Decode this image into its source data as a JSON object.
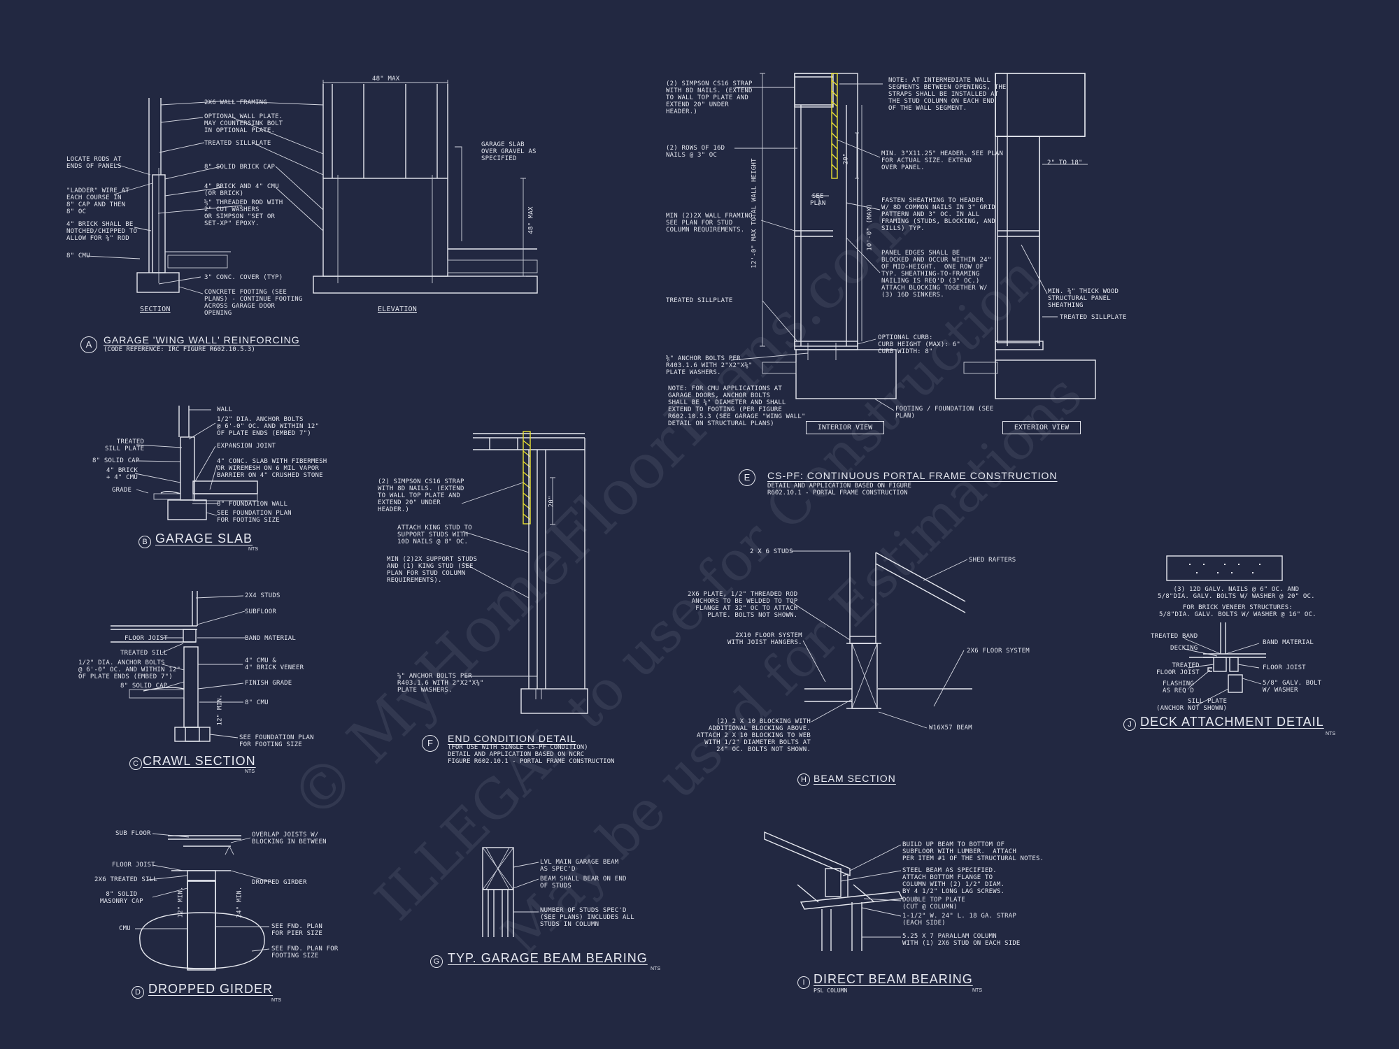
{
  "watermark": {
    "line1": "© MyHomeFloorPlans.com",
    "line2": "ILLEGAL to use for Construction",
    "line3": "May be used for Estimations"
  },
  "detail_a": {
    "letter": "A",
    "title": "GARAGE 'WING WALL' REINFORCING",
    "subtitle": "(CODE REFERENCE: IRC FIGURE R602.10.5.3)",
    "section_label": "SECTION",
    "elevation_label": "ELEVATION",
    "dim_width": "48\" MAX",
    "dim_height": "48\" MAX",
    "notes": {
      "wall_framing": "2x6 WALL FRAMING",
      "optional_plate": "OPTIONAL WALL PLATE.\nMAY COUNTERSINK BOLT\nIN OPTIONAL PLATE.",
      "treated_sillplate": "TREATED SILLPLATE",
      "solid_brick_cap": "8\" SOLID BRICK CAP",
      "brick_cmu": "4\" BRICK AND 4\" CMU\n(OR BRICK)",
      "threaded_rod": "⅝\" THREADED ROD WITH\n2\" CUT WASHERS\nOR SIMPSON \"SET OR\nSET-XP\" EPOXY.",
      "rods_ends": "LOCATE RODS AT\nENDS OF PANELS",
      "ladder_wire": "\"LADDER\" WIRE AT\nEACH COURSE IN\n8\" CAP AND THEN\n8\" OC",
      "brick_notched": "4\" BRICK SHALL BE\nNOTCHED/CHIPPED TO\nALLOW FOR ⅝\" ROD",
      "cmu": "8\" CMU",
      "conc_cover": "3\" CONC. COVER (TYP)",
      "footing": "CONCRETE FOOTING (SEE\nPLANS) - CONTINUE FOOTING\nACROSS GARAGE DOOR\nOPENING",
      "garage_slab": "GARAGE SLAB\nOVER GRAVEL AS\nSPECIFIED"
    }
  },
  "detail_b": {
    "letter": "B",
    "title": "GARAGE SLAB",
    "nts": "NTS",
    "notes": {
      "wall": "WALL",
      "anchor_bolts": "1/2\" DIA. ANCHOR BOLTS\n@ 6'-0\" OC. AND WITHIN 12\"\nOF PLATE ENDS (EMBED 7\")",
      "treated_sill": "TREATED\nSILL PLATE",
      "expansion_joint": "EXPANSION JOINT",
      "solid_cap": "8\" SOLID CAP",
      "conc_slab": "4\" CONC. SLAB WITH FIBERMESH\nOR WIREMESH ON 6 MIL VAPOR\nBARRIER ON 4\" CRUSHED STONE",
      "brick_cmu": "4\" BRICK\n+ 4\" CMU",
      "grade": "GRADE",
      "foundation_wall": "8\" FOUNDATION WALL",
      "foundation_plan": "SEE FOUNDATION PLAN\nFOR FOOTING SIZE"
    }
  },
  "detail_c": {
    "letter": "C",
    "title": "CRAWL SECTION",
    "nts": "NTS",
    "notes": {
      "studs": "2x4 STUDS",
      "subfloor": "SUBFLOOR",
      "floor_joist": "FLOOR JOIST",
      "band": "BAND MATERIAL",
      "treated_sill": "TREATED SILL",
      "anchor": "1/2\" DIA. ANCHOR BOLTS\n@ 6'-0\" OC. AND WITHIN 12\"\nOF PLATE ENDS (EMBED 7\")",
      "cmu_brick": "4\" CMU &\n4\" BRICK VENEER",
      "solid_cap": "8\" SOLID CAP",
      "finish_grade": "FINISH GRADE",
      "cmu8": "8\" CMU",
      "min": "12\" MIN.",
      "foundation_plan": "SEE FOUNDATION PLAN\nFOR FOOTING SIZE"
    }
  },
  "detail_d": {
    "letter": "D",
    "title": "DROPPED GIRDER",
    "nts": "NTS",
    "notes": {
      "sub_floor": "SUB FLOOR",
      "overlap": "OVERLAP JOISTS W/\nBLOCKING IN BETWEEN",
      "floor_joist": "FLOOR JOIST",
      "treated_sill": "2x6 TREATED SILL",
      "dropped_girder": "DROPPED GIRDER",
      "masonry_cap": "8\" SOLID\nMASONRY CAP",
      "cmu": "CMU",
      "min12": "12\" MIN.",
      "min24": "24\" MIN.",
      "pier_size": "SEE FND. PLAN\nFOR PIER SIZE",
      "footing_size": "SEE FND. PLAN FOR\nFOOTING SIZE"
    }
  },
  "detail_e": {
    "letter": "E",
    "title": "CS-PF: CONTINUOUS PORTAL FRAME CONSTRUCTION",
    "subtitle": "DETAIL AND APPLICATION BASED ON FIGURE\nR602.10.1 - PORTAL FRAME CONSTRUCTION",
    "interior_view": "INTERIOR VIEW",
    "exterior_view": "EXTERIOR VIEW",
    "dim_total": "12'-0\" MAX TOTAL WALL HEIGHT",
    "dim_max": "10'-0\" (MAX)",
    "dim_20": "20\"",
    "see_plan": "SEE\nPLAN",
    "dim_2_18": "2\" TO 18\"",
    "notes": {
      "strap": "(2) SIMPSON CS16 STRAP\nWITH 8d NAILS. (EXTEND\nTO WALL TOP PLATE AND\nEXTEND 20\" UNDER\nHEADER.)",
      "rows_nails": "(2) ROWS OF 16d\nNAILS @ 3\" OC",
      "min_framing": "MIN (2)2X WALL FRAMING.\nSEE PLAN FOR STUD\nCOLUMN REQUIREMENTS.",
      "treated_sillplate": "TREATED SILLPLATE",
      "anchor": "⅝\" ANCHOR BOLTS PER\nR403.1.6 WITH 2\"x2\"x⅜\"\nPLATE WASHERS.",
      "cmu_note": "NOTE: FOR CMU APPLICATIONS AT\nGARAGE DOORS, ANCHOR BOLTS\nSHALL BE ⅝\" DIAMETER AND SHALL\nEXTEND TO FOOTING (PER FIGURE\nR602.10.5.3 (SEE GARAGE \"WING WALL\"\nDETAIL ON STRUCTURAL PLANS)",
      "intermediate": "NOTE: AT INTERMEDIATE WALL\nSEGMENTS BETWEEN OPENINGS, THE\nSTRAPS SHALL BE INSTALLED AT\nTHE STUD COLUMN ON EACH END\nOF THE WALL SEGMENT.",
      "header": "MIN. 3\"x11.25\" HEADER. SEE PLAN\nFOR ACTUAL SIZE. EXTEND\nOVER PANEL.",
      "fasten": "FASTEN SHEATHING TO HEADER\nW/ 8d COMMON NAILS IN 3\" GRID\nPATTERN AND 3\" OC. IN ALL\nFRAMING (STUDS, BLOCKING, AND\nSILLS) TYP.",
      "panel_edges": "PANEL EDGES SHALL BE\nBLOCKED AND OCCUR WITHIN 24\"\nOF MID-HEIGHT.  ONE ROW OF\nTYP. SHEATHING-TO-FRAMING\nNAILING IS REQ'D (3\" OC.)\nATTACH BLOCKING TOGETHER W/\n(3) 16d SINKERS.",
      "curb": "OPTIONAL CURB:\nCURB HEIGHT (MAX): 6\"\nCURB WIDTH: 8\"",
      "footing": "FOOTING / FOUNDATION (SEE\nPLAN)",
      "sheathing": "MIN. ⅜\" THICK WOOD\nSTRUCTURAL PANEL\nSHEATHING",
      "treated_sillplate_ext": "TREATED SILLPLATE"
    }
  },
  "detail_f": {
    "letter": "F",
    "title": "END CONDITION DETAIL",
    "subtitle": "(FOR USE WITH SINGLE CS-PF CONDITION)\nDETAIL AND APPLICATION BASED ON NCRC\nFIGURE R602.10.1 - PORTAL FRAME CONSTRUCTION",
    "dim_20": "20\"",
    "notes": {
      "strap": "(2) SIMPSON CS16 STRAP\nWITH 8d NAILS. (EXTEND\nTO WALL TOP PLATE AND\nEXTEND 20\" UNDER\nHEADER.)",
      "king_stud": "ATTACH KING STUD TO\nSUPPORT STUDS WITH\n10d NAILS @ 8\" OC.",
      "support_studs": "MIN (2)2X SUPPORT STUDS\nAND (1) KING STUD (SEE\nPLAN FOR STUD COLUMN\nREQUIREMENTS).",
      "anchor": "⅝\" ANCHOR BOLTS PER\nR403.1.6 WITH 2\"x2\"x⅜\"\nPLATE WASHERS."
    }
  },
  "detail_g": {
    "letter": "G",
    "title": "TYP. GARAGE BEAM BEARING",
    "nts": "NTS",
    "notes": {
      "lvl": "LVL MAIN GARAGE BEAM\nAS SPEC'D",
      "bear": "BEAM SHALL BEAR ON END\nOF STUDS",
      "studs": "NUMBER OF STUDS SPEC'D\n(SEE PLANS) INCLUDES ALL\nSTUDS IN COLUMN"
    }
  },
  "detail_h": {
    "letter": "H",
    "title": "BEAM SECTION",
    "notes": {
      "studs": "2 X 6 STUDS",
      "rafters": "SHED RAFTERS",
      "plate": "2x6 PLATE, 1/2\" THREADED ROD\nANCHORS TO BE WELDED TO TOP\nFLANGE AT 32\" OC TO ATTACH\nPLATE. BOLTS NOT SHOWN.",
      "floor_left": "2x10 FLOOR SYSTEM\nWITH JOIST HANGERS.",
      "floor_right": "2x6 FLOOR SYSTEM",
      "blocking": "(2) 2 X 10 BLOCKING WITH\nADDITIONAL BLOCKING ABOVE.\nATTACH 2 X 10 BLOCKING TO WEB\nWITH 1/2\" DIAMETER BOLTS AT\n24\" OC. BOLTS NOT SHOWN.",
      "beam": "W16X57 BEAM"
    }
  },
  "detail_i": {
    "letter": "I",
    "title": "DIRECT BEAM BEARING",
    "subtitle": "PSL COLUMN",
    "nts": "NTS",
    "notes": {
      "build_up": "BUILD UP BEAM TO BOTTOM OF\nSUBFLOOR WITH LUMBER.  ATTACH\nPER ITEM #1 OF THE STRUCTURAL NOTES.",
      "steel_beam": "STEEL BEAM AS SPECIFIED.\nATTACH BOTTOM FLANGE TO\nCOLUMN WITH (2) 1/2\" DIAM.\nBY 4 1/2\" LONG LAG SCREWS.",
      "double_plate": "DOUBLE TOP PLATE\n(CUT @ COLUMN)",
      "strap": "1-1/2\" W. 24\" L. 18 GA. STRAP\n(EACH SIDE)",
      "parallam": "5.25 X 7 PARALLAM COLUMN\nWITH (1) 2x6 STUD ON EACH SIDE"
    }
  },
  "detail_j": {
    "letter": "J",
    "title": "DECK ATTACHMENT DETAIL",
    "nts": "NTS",
    "notes": {
      "nails": "(3) 12d GALV. NAILS @ 6\" OC. AND\n5/8\"dia. GALV. BOLTS W/ WASHER @ 20\" OC.",
      "brick_veneer": "FOR BRICK VENEER STRUCTURES:\n5/8\"dia. GALV. BOLTS W/ WASHER @ 16\" OC.",
      "treated_band": "TREATED BAND",
      "decking": "DECKING",
      "band_material": "BAND MATERIAL",
      "treated_joist": "TREATED\nFLOOR JOIST",
      "floor_joist": "FLOOR JOIST",
      "flashing": "FLASHING\nAS REQ'D",
      "bolt": "5/8\" GALV. BOLT\nW/ WASHER",
      "sill_plate": "SILL PLATE\n(ANCHOR NOT SHOWN)"
    }
  }
}
